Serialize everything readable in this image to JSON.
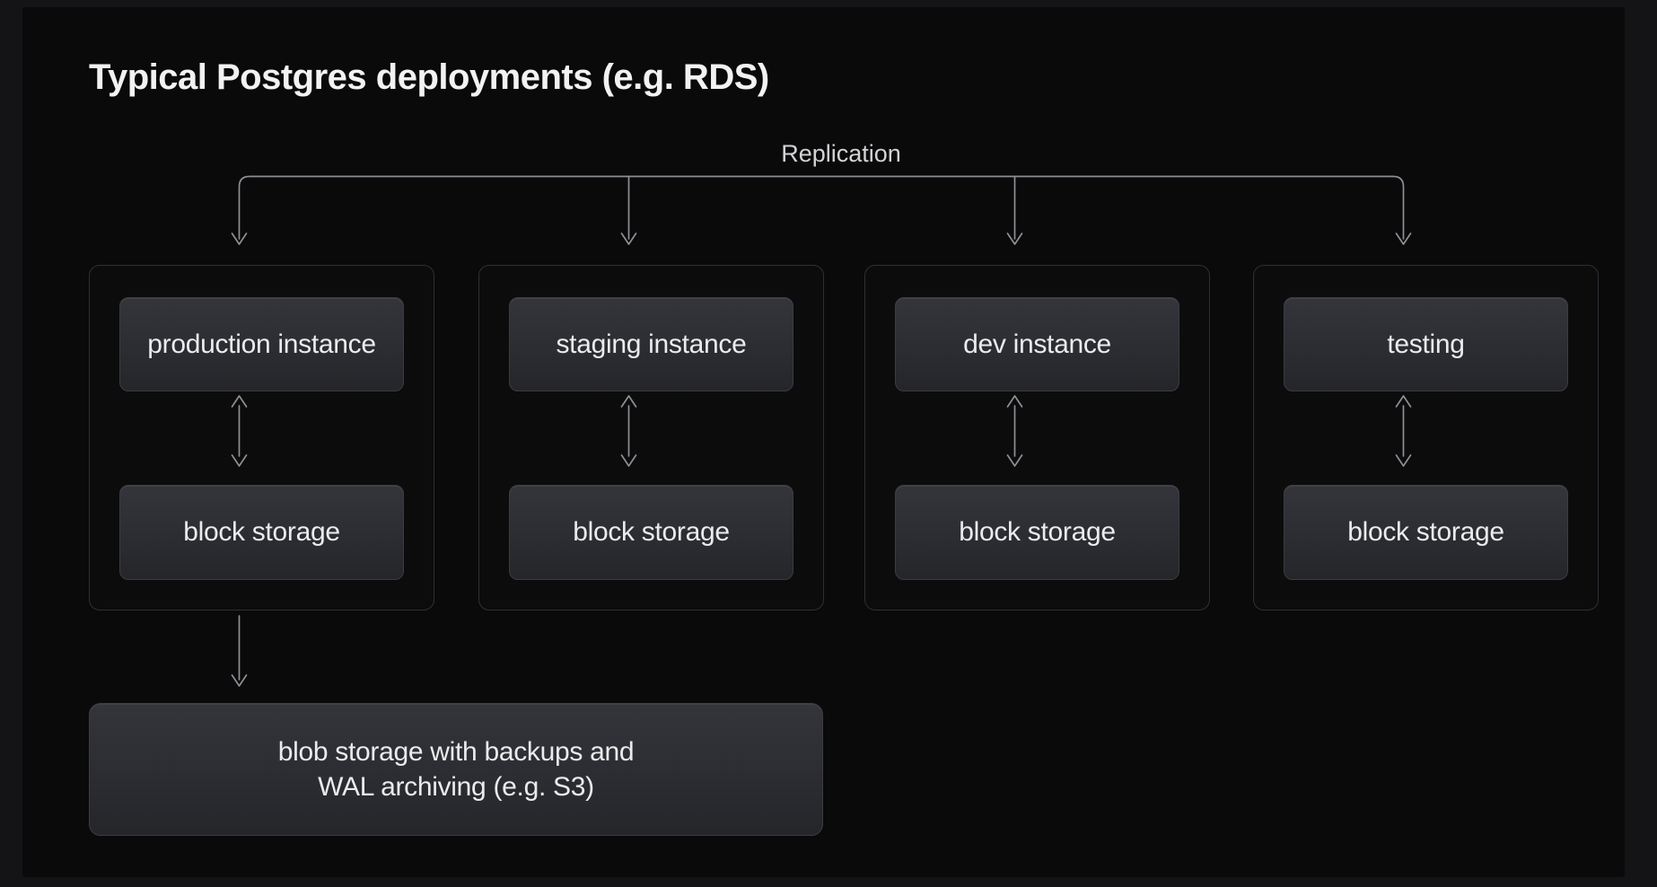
{
  "title": "Typical Postgres deployments (e.g. RDS)",
  "replication_label": "Replication",
  "columns": [
    {
      "instance_label": "production instance",
      "storage_label": "block storage"
    },
    {
      "instance_label": "staging instance",
      "storage_label": "block storage"
    },
    {
      "instance_label": "dev instance",
      "storage_label": "block storage"
    },
    {
      "instance_label": "testing",
      "storage_label": "block storage"
    }
  ],
  "blob_storage": {
    "line1": "blob storage with backups and",
    "line2": "WAL archiving (e.g. S3)"
  },
  "colors": {
    "outer-bg": "#141417",
    "panel-bg": "#0a0a0b",
    "container-border": "#2f3036",
    "box-top": "#34353b",
    "box-bottom": "#25262a",
    "box-border": "#3b3c42",
    "arrow": "#8f8f96",
    "text-primary": "#ebebed",
    "title-color": "#f2f2f3",
    "label-color": "#d3d3d6"
  }
}
